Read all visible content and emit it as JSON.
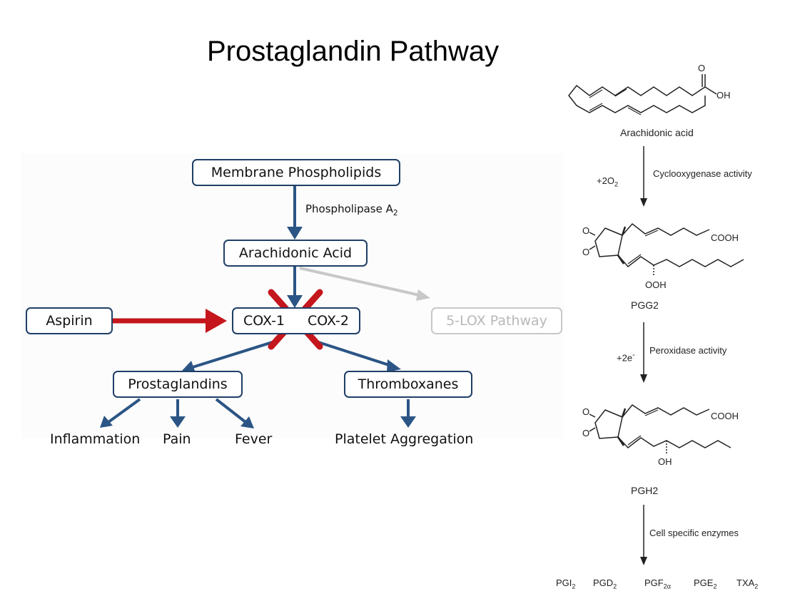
{
  "title": "Prostaglandin Pathway",
  "left_diagram": {
    "nodes": {
      "membrane": "Membrane Phospholipids",
      "arachidonic": "Arachidonic Acid",
      "aspirin": "Aspirin",
      "cox1": "COX-1",
      "cox2": "COX-2",
      "lox": "5-LOX Pathway",
      "prostaglandins": "Prostaglandins",
      "thromboxanes": "Thromboxanes"
    },
    "enzyme_label": {
      "main": "Phospholipase A",
      "sub": "2"
    },
    "outcomes": {
      "inflammation": "Inflammation",
      "pain": "Pain",
      "fever": "Fever",
      "platelet": "Platelet Aggregation"
    },
    "colors": {
      "arrow": "#2b5585",
      "box_border": "#1f3f66",
      "aspirin_arrow": "#c4161c",
      "inhibit_x": "#c4161c",
      "faded": "#c8c8c8"
    }
  },
  "right_diagram": {
    "compounds": {
      "arachidonic_acid": "Arachidonic acid",
      "pgg2": "PGG2",
      "pgh2": "PGH2"
    },
    "steps": {
      "step1_cofactor": {
        "main": "+2O",
        "sub": "2"
      },
      "step1_enzyme": "Cyclooxygenase activity",
      "step2_cofactor": {
        "main": "+2e",
        "sup": "-"
      },
      "step2_enzyme": "Peroxidase activity",
      "step3_enzyme": "Cell specific enzymes"
    },
    "atom_labels": {
      "o_carbonyl": "O",
      "oh_acid": "OH",
      "cooh1": "COOH",
      "cooh2": "COOH",
      "ooh": "OOH",
      "oh": "OH",
      "o_peroxide_top": "O",
      "o_peroxide_bottom": "O",
      "o2_peroxide_top": "O",
      "o2_peroxide_bottom": "O"
    },
    "products": [
      {
        "main": "PGI",
        "sub": "2"
      },
      {
        "main": "PGD",
        "sub": "2"
      },
      {
        "main": "PGF",
        "sub": "2α"
      },
      {
        "main": "PGE",
        "sub": "2"
      },
      {
        "main": "TXA",
        "sub": "2"
      }
    ]
  }
}
